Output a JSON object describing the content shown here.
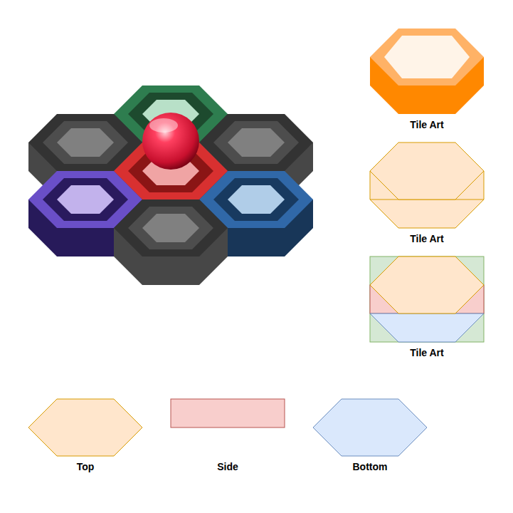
{
  "diagram": {
    "labels": [
      "Tile Art",
      "Tile Art",
      "Tile Art",
      "Top",
      "Side",
      "Bottom"
    ]
  }
}
